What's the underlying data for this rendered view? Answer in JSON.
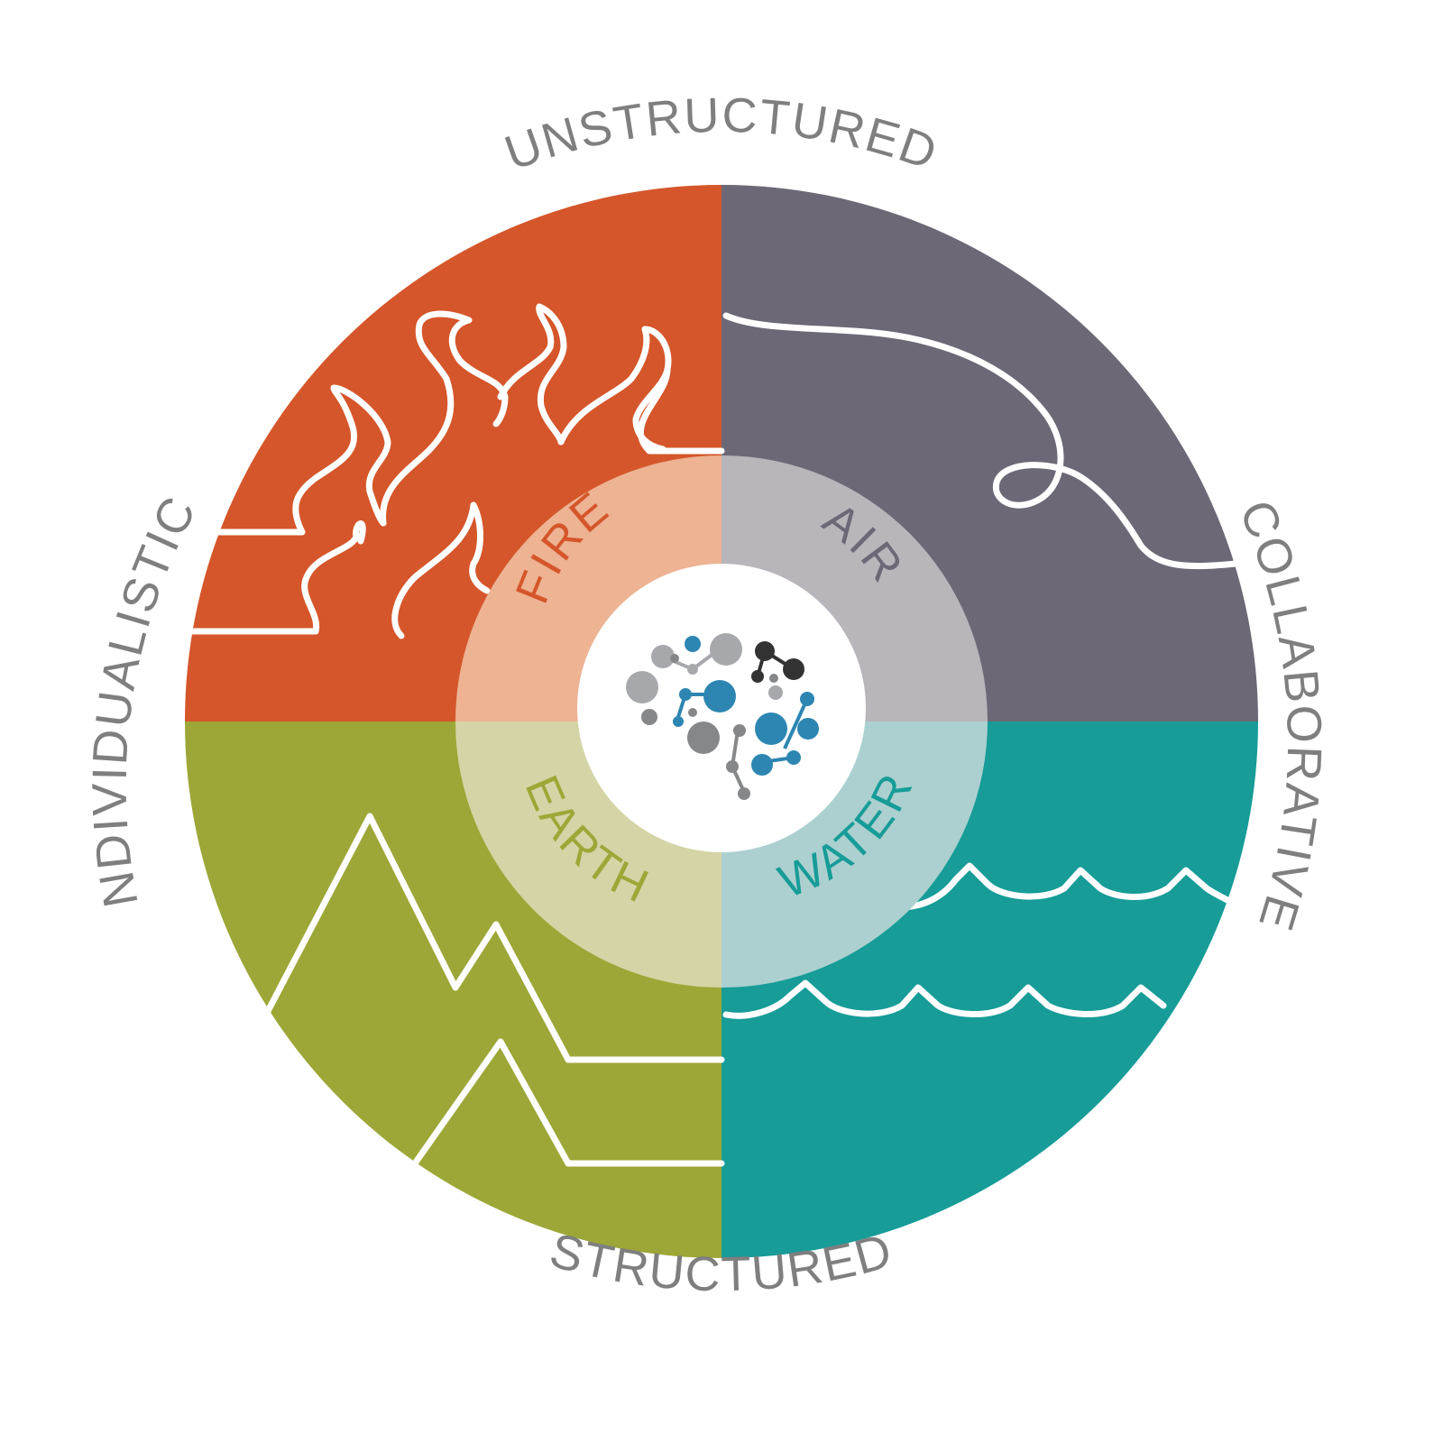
{
  "axes": {
    "top": "UNSTRUCTURED",
    "bottom": "STRUCTURED",
    "left": "INDIVIDUALISTIC",
    "right": "COLLABORATIVE"
  },
  "quadrants": [
    {
      "key": "fire",
      "label": "FIRE",
      "color": "#d5562a",
      "inner_color": "#edb393",
      "text_color": "#d5562a",
      "icon": "flames-icon"
    },
    {
      "key": "air",
      "label": "AIR",
      "color": "#6c6876",
      "inner_color": "#b8b5bb",
      "text_color": "#6c6876",
      "icon": "wind-curl-icon"
    },
    {
      "key": "earth",
      "label": "EARTH",
      "color": "#9da737",
      "inner_color": "#d5d4a6",
      "text_color": "#9da737",
      "icon": "mountains-icon"
    },
    {
      "key": "water",
      "label": "WATER",
      "color": "#179c98",
      "inner_color": "#acd0d0",
      "text_color": "#179c98",
      "icon": "waves-icon"
    }
  ],
  "center": {
    "icon": "molecule-brain-icon",
    "colors": {
      "gray": "#a6a8ab",
      "dark": "#333333",
      "blue": "#2d86b2",
      "mid": "#858789"
    }
  }
}
